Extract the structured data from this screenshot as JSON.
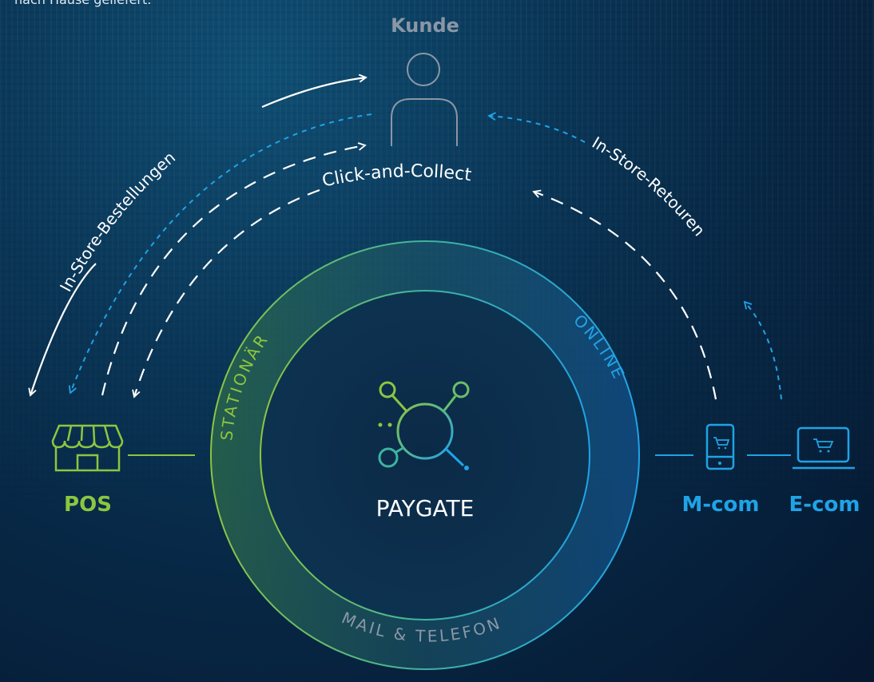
{
  "intro_text": "nach Hause geliefert.",
  "kunde_label": "Kunde",
  "center_label": "PAYGATE",
  "ring_labels": {
    "stationaer": "STATIONÄR",
    "online": "ONLINE",
    "mail_telefon": "MAIL & TELEFON"
  },
  "flows": {
    "in_store_bestellungen": "In-Store-Bestellungen",
    "click_and_collect": "Click-and-Collect",
    "in_store_retouren": "In-Store-Retouren"
  },
  "channels": {
    "pos": "POS",
    "mcom": "M-com",
    "ecom": "E-com"
  },
  "colors": {
    "green": "#8dc63f",
    "blue": "#1fa3e6",
    "white": "#ffffff",
    "grey": "#8a97a6"
  },
  "icons": [
    "person-icon",
    "store-icon",
    "hub-icon",
    "smartphone-cart-icon",
    "laptop-cart-icon"
  ]
}
